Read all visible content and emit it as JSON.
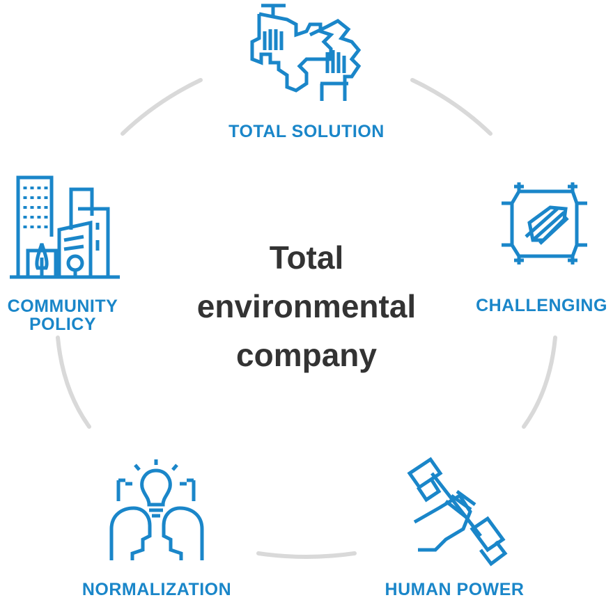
{
  "center": {
    "line1": "Total",
    "line2": "environmental",
    "line3": "company"
  },
  "nodes": [
    {
      "id": "total-solution",
      "label": "TOTAL SOLUTION",
      "icon": "puzzle-hands-icon"
    },
    {
      "id": "challenging",
      "label": "CHALLENGING",
      "icon": "handshake-icon"
    },
    {
      "id": "human-power",
      "label": "HUMAN POWER",
      "icon": "dumbbell-hand-icon"
    },
    {
      "id": "normalization",
      "label": "NORMALIZATION",
      "icon": "idea-people-icon"
    },
    {
      "id": "community-policy",
      "label_line1": "COMMUNITY",
      "label_line2": "POLICY",
      "icon": "city-buildings-icon"
    }
  ],
  "colors": {
    "accent": "#1a86c9",
    "ring": "#d9d9d9",
    "center_text": "#333333"
  }
}
